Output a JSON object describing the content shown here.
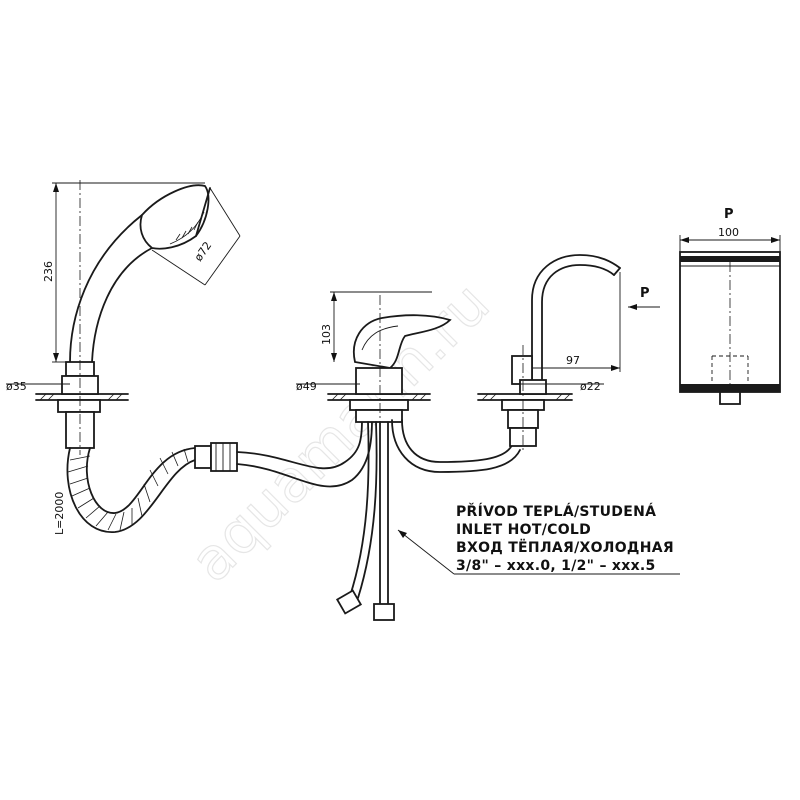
{
  "watermark": "aquamarin.ru",
  "dimensions": {
    "shower_height": "236",
    "shower_head_dia": "ø72",
    "shower_base_dia": "ø35",
    "hose_length": "L=2000",
    "mixer_height": "103",
    "mixer_base_dia": "ø49",
    "spout_reach": "97",
    "spout_base_dia": "ø22",
    "view_width": "100"
  },
  "view_labels": {
    "arrow_p": "P",
    "view_p": "P"
  },
  "inlet_note": {
    "line1": "PŘÍVOD TEPLÁ/STUDENÁ",
    "line2": "INLET HOT/COLD",
    "line3": "ВХОД ТЁПЛАЯ/ХОЛОДНАЯ",
    "line4": "3/8\" – xxx.0, 1/2\" – xxx.5"
  }
}
